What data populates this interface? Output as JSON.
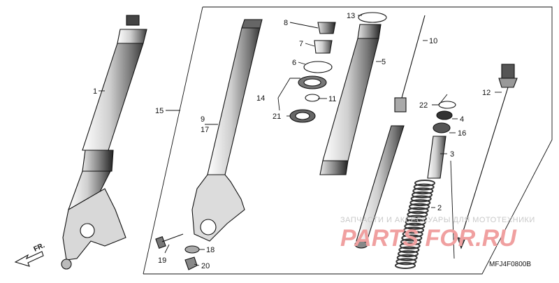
{
  "diagram": {
    "labels": {
      "p1": "1",
      "p2": "2",
      "p3": "3",
      "p4": "4",
      "p5": "5",
      "p6": "6",
      "p7": "7",
      "p8": "8",
      "p9": "9",
      "p10": "10",
      "p11": "11",
      "p12": "12",
      "p13": "13",
      "p14": "14",
      "p15": "15",
      "p16": "16",
      "p17": "17",
      "p18": "18",
      "p19": "19",
      "p20": "20",
      "p21": "21",
      "p22": "22"
    },
    "direction_label": "FR.",
    "diagram_code": "MFJ4F0800B"
  },
  "watermark": {
    "tagline": "ЗАПЧАСТИ И АКСЕССУАРЫ ДЛЯ МОТОТЕХНИКИ",
    "brand": "PARTS FOR.RU"
  }
}
